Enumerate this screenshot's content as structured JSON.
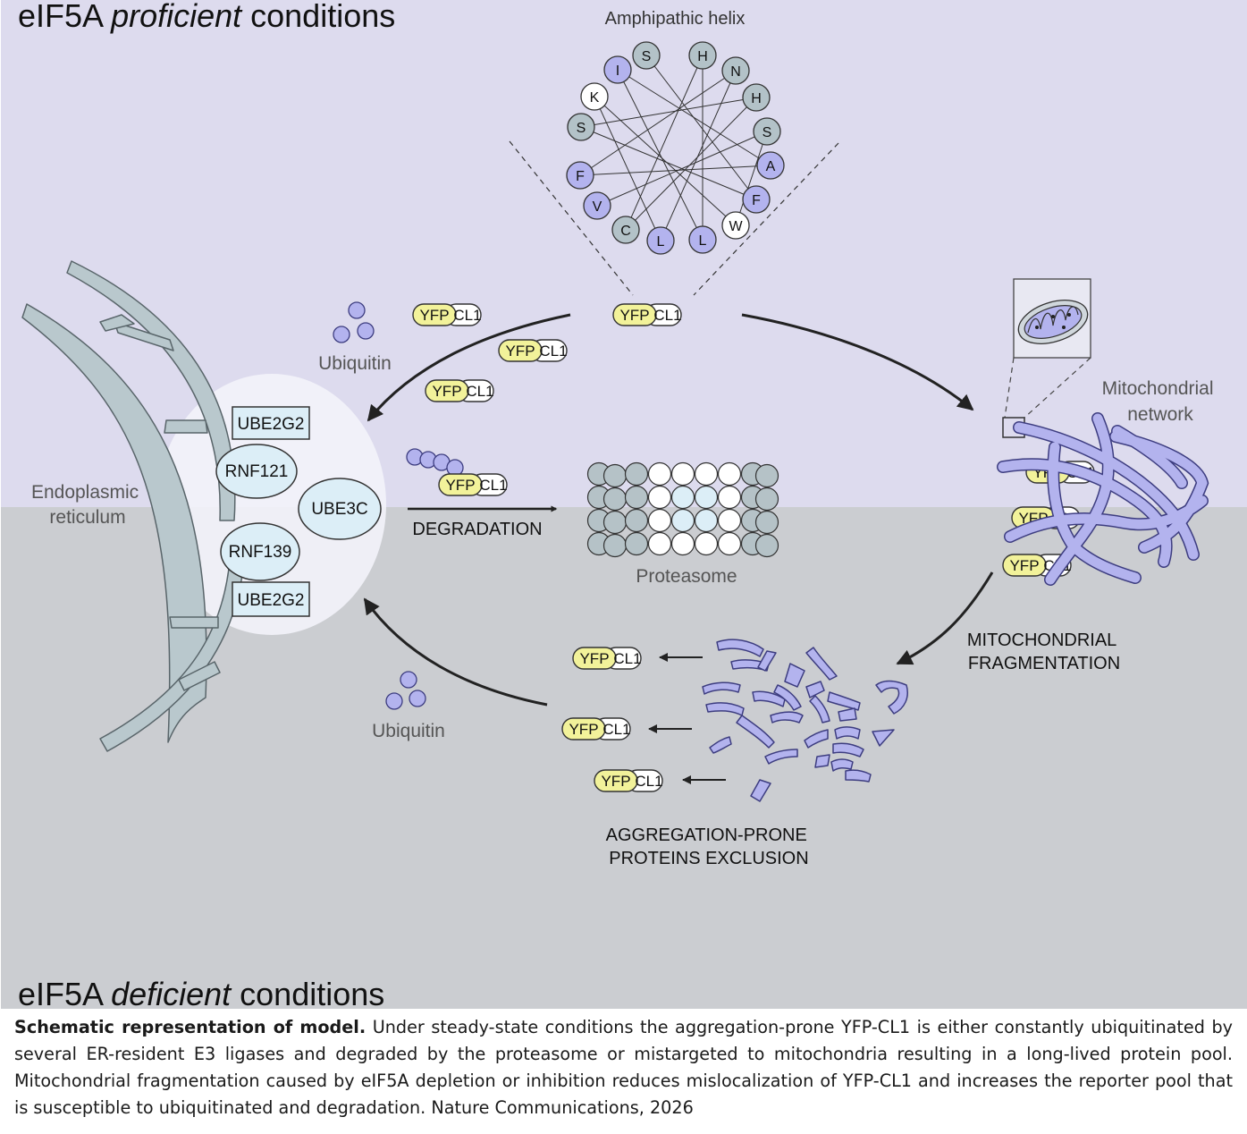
{
  "titles": {
    "top_prefix": "eIF5A ",
    "top_italic": "proficient",
    "top_suffix": " conditions",
    "bottom_prefix": "eIF5A ",
    "bottom_italic": "deficient",
    "bottom_suffix": " conditions"
  },
  "helix": {
    "title": "Amphipathic helix",
    "residues": [
      {
        "label": "S",
        "color": "grey"
      },
      {
        "label": "H",
        "color": "grey"
      },
      {
        "label": "N",
        "color": "grey"
      },
      {
        "label": "H",
        "color": "grey"
      },
      {
        "label": "S",
        "color": "grey"
      },
      {
        "label": "A",
        "color": "purple"
      },
      {
        "label": "F",
        "color": "purple"
      },
      {
        "label": "W",
        "color": "white"
      },
      {
        "label": "L",
        "color": "purple"
      },
      {
        "label": "L",
        "color": "purple"
      },
      {
        "label": "C",
        "color": "grey"
      },
      {
        "label": "V",
        "color": "purple"
      },
      {
        "label": "F",
        "color": "purple"
      },
      {
        "label": "S",
        "color": "grey"
      },
      {
        "label": "K",
        "color": "white"
      },
      {
        "label": "I",
        "color": "purple"
      }
    ]
  },
  "labels": {
    "er": [
      "Endoplasmic",
      "reticulum"
    ],
    "ubiquitin_top": "Ubiquitin",
    "ubiquitin_bottom": "Ubiquitin",
    "proteasome": "Proteasome",
    "degradation": "DEGRADATION",
    "mito_network": [
      "Mitochondrial",
      "network"
    ],
    "mito_fragmentation": [
      "MITOCHONDRIAL",
      "FRAGMENTATION"
    ],
    "exclusion": [
      "AGGREGATION-PRONE",
      "PROTEINS EXCLUSION"
    ]
  },
  "ligases": {
    "ube2g2_top": "UBE2G2",
    "rnf121": "RNF121",
    "ube3c": "UBE3C",
    "rnf139": "RNF139",
    "ube2g2_bottom": "UBE2G2"
  },
  "reporter": {
    "yfp": "YFP",
    "cl1": "CL1"
  },
  "caption": {
    "bold": "Schematic representation of model.",
    "text": " Under steady-state conditions the aggregation-prone YFP-CL1 is either constantly ubiquitinated by several ER-resident E3 ligases and degraded by the proteasome or mistargeted to mitochondria resulting in a long-lived protein pool. Mitochondrial fragmentation caused by eIF5A depletion or inhibition reduces mislocalization of YFP-CL1 and increases the reporter pool that is susceptible to ubiquitinated and degradation. Nature Communications, 2026"
  },
  "colors": {
    "top_bg": "#dddbee",
    "bottom_bg": "#cbcdd1",
    "purple": "#b3b3ee",
    "purple_stroke": "#4a4a86",
    "grey_res": "#b3c2c8",
    "yfp": "#f2f29a",
    "er": "#b9c8cd",
    "ligase": "#dceef7",
    "text": "#333333"
  }
}
